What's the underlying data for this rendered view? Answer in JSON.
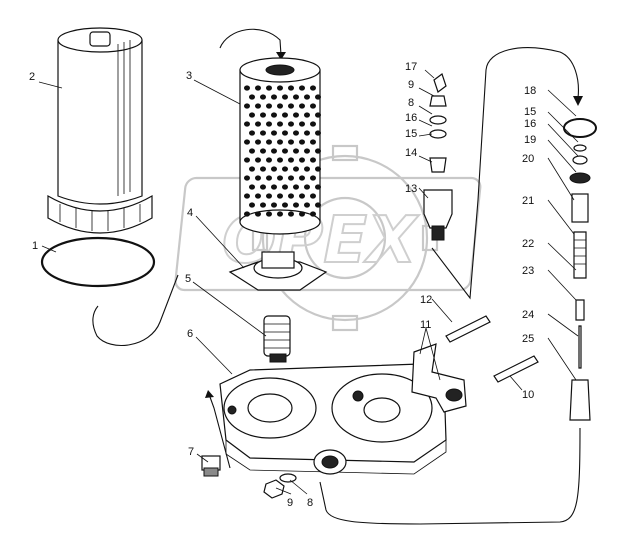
{
  "diagram": {
    "watermark_logo": "OPEX",
    "callouts": [
      {
        "id": "c2",
        "label": "2"
      },
      {
        "id": "c1",
        "label": "1"
      },
      {
        "id": "c3",
        "label": "3"
      },
      {
        "id": "c4",
        "label": "4"
      },
      {
        "id": "c5",
        "label": "5"
      },
      {
        "id": "c6",
        "label": "6"
      },
      {
        "id": "c7",
        "label": "7"
      },
      {
        "id": "c9b",
        "label": "9"
      },
      {
        "id": "c8b",
        "label": "8"
      },
      {
        "id": "c17",
        "label": "17"
      },
      {
        "id": "c9a",
        "label": "9"
      },
      {
        "id": "c8a",
        "label": "8"
      },
      {
        "id": "c16a",
        "label": "16"
      },
      {
        "id": "c15a",
        "label": "15"
      },
      {
        "id": "c14",
        "label": "14"
      },
      {
        "id": "c13",
        "label": "13"
      },
      {
        "id": "c12",
        "label": "12"
      },
      {
        "id": "c11",
        "label": "11"
      },
      {
        "id": "c10",
        "label": "10"
      },
      {
        "id": "c18",
        "label": "18"
      },
      {
        "id": "c15b",
        "label": "15"
      },
      {
        "id": "c16b",
        "label": "16"
      },
      {
        "id": "c19",
        "label": "19"
      },
      {
        "id": "c20",
        "label": "20"
      },
      {
        "id": "c21",
        "label": "21"
      },
      {
        "id": "c22",
        "label": "22"
      },
      {
        "id": "c23",
        "label": "23"
      },
      {
        "id": "c24",
        "label": "24"
      },
      {
        "id": "c25",
        "label": "25"
      }
    ]
  }
}
